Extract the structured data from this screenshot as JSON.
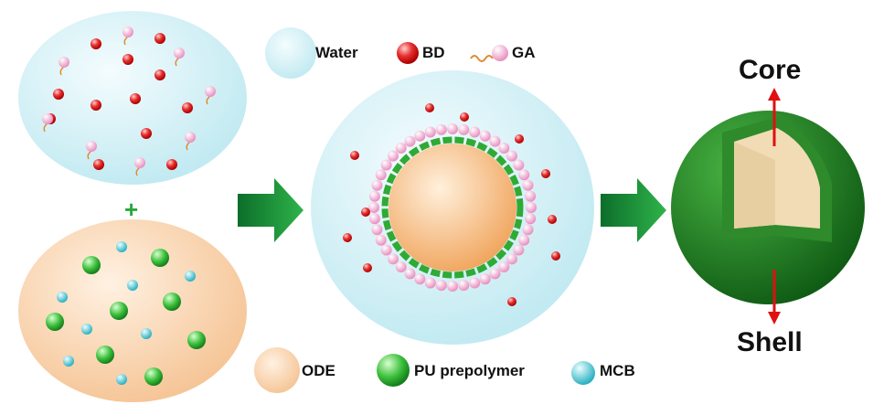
{
  "legend_top": {
    "water": "Water",
    "bd": "BD",
    "ga": "GA"
  },
  "legend_bottom": {
    "ode": "ODE",
    "pu": "PU prepolymer",
    "mcb": "MCB"
  },
  "plus": "+",
  "labels": {
    "core": "Core",
    "shell": "Shell"
  },
  "colors": {
    "water": "#d6f2f7",
    "bd": "#e02020",
    "ga": "#f3a6cf",
    "ode": "#f7caa0",
    "pu": "#33b33a",
    "mcb": "#3cc3d0",
    "arrow": "#1f8f3a",
    "shell": "#1f7a22",
    "core": "#f1d9b0",
    "pointer": "#e01010"
  }
}
